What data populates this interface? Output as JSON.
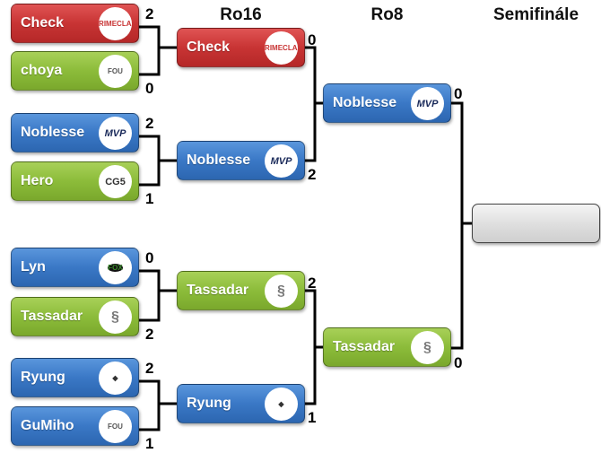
{
  "headers": {
    "ro16": "Ro16",
    "ro8": "Ro8",
    "semi": "Semifinále"
  },
  "colors": {
    "red": "#c83434",
    "green": "#8cbc3a",
    "blue": "#3a78c6"
  },
  "round1": [
    {
      "name": "Check",
      "color": "red",
      "logo": "PRIMECLAN",
      "score": "2"
    },
    {
      "name": "choya",
      "color": "green",
      "logo": "FOU",
      "score": "0"
    },
    {
      "name": "Noblesse",
      "color": "blue",
      "logo": "MVP",
      "score": "2"
    },
    {
      "name": "Hero",
      "color": "green",
      "logo": "CG5",
      "score": "1"
    },
    {
      "name": "Lyn",
      "color": "blue",
      "logo": "FOX",
      "score": "0"
    },
    {
      "name": "Tassadar",
      "color": "green",
      "logo": "Tassadar-emblem",
      "score": "2"
    },
    {
      "name": "Ryung",
      "color": "blue",
      "logo": "Ryung-emblem",
      "score": "2"
    },
    {
      "name": "GuMiho",
      "color": "blue",
      "logo": "FOU",
      "score": "1"
    }
  ],
  "ro16": [
    {
      "name": "Check",
      "color": "red",
      "logo": "PRIMECLAN",
      "score": "0"
    },
    {
      "name": "Noblesse",
      "color": "blue",
      "logo": "MVP",
      "score": "2"
    },
    {
      "name": "Tassadar",
      "color": "green",
      "logo": "Tassadar-emblem",
      "score": "2"
    },
    {
      "name": "Ryung",
      "color": "blue",
      "logo": "Ryung-emblem",
      "score": "1"
    }
  ],
  "ro8": [
    {
      "name": "Noblesse",
      "color": "blue",
      "logo": "MVP",
      "score": "0"
    },
    {
      "name": "Tassadar",
      "color": "green",
      "logo": "Tassadar-emblem",
      "score": "0"
    }
  ],
  "semi": [
    {
      "name": "",
      "color": "empty"
    }
  ]
}
